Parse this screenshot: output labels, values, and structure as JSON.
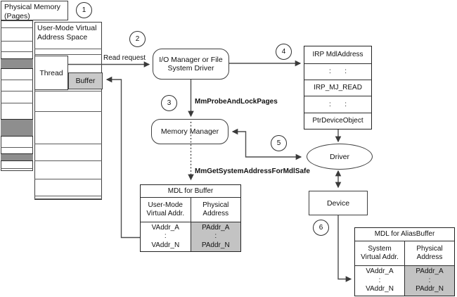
{
  "colors": {
    "page_used_fill": "#8e8e8e",
    "buffer_fill": "#c9c9c9",
    "mdl_shaded_fill": "#c3c3c3",
    "line": "#4d4d4d"
  },
  "physical_memory": {
    "label": "Physical Memory\n(Pages)"
  },
  "user_mode_space": {
    "label": "User-Mode Virtual\nAddress Space",
    "thread_label": "Thread",
    "buffer_label": "Buffer"
  },
  "step_badges": [
    "1",
    "2",
    "3",
    "4",
    "5",
    "6"
  ],
  "flow_labels": {
    "read_request": "Read request",
    "probe_and_lock": "MmProbeAndLockPages",
    "get_system_address": "MmGetSystemAddressForMdlSafe"
  },
  "nodes": {
    "io_manager": "I/O Manager or File\nSystem Driver",
    "memory_manager": "Memory Manager",
    "driver": "Driver",
    "device": "Device"
  },
  "irp_table": {
    "rows": [
      "IRP MdlAddress",
      ":       :",
      "IRP_MJ_READ",
      ":       :",
      "PtrDeviceObject"
    ]
  },
  "mdl_buffer_table": {
    "title": "MDL for Buffer",
    "col1_header": "User-Mode\nVirtual Addr.",
    "col2_header": "Physical\nAddress",
    "col1_values": "VAddr_A\n:\nVAddr_N",
    "col2_values": "PAddr_A\n:\nPAddr_N"
  },
  "mdl_alias_table": {
    "title": "MDL for AliasBuffer",
    "col1_header": "System\nVirtual Addr.",
    "col2_header": "Physical\nAddress",
    "col1_values": "VAddr_A\n:\nVAddr_N",
    "col2_values": "PAddr_A\n:\nPAddr_N"
  }
}
